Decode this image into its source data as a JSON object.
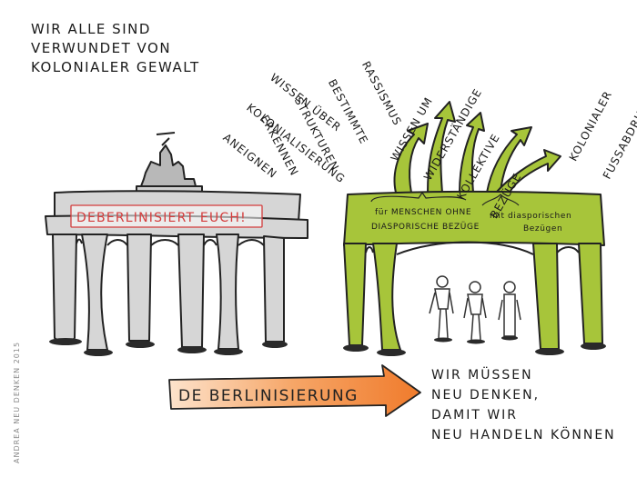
{
  "title_lines": [
    "WIR ALLE SIND",
    "VERWUNDET VON",
    "KOLONIALER GEWALT"
  ],
  "left_gate": {
    "banner": "DEBERLINISIERT EUCH!"
  },
  "right_gate": {
    "note_left_1": "für MENSCHEN OHNE",
    "note_left_2": "DIASPORISCHE BEZÜGE",
    "note_right_1": "mit diasporischen",
    "note_right_2": "Bezügen"
  },
  "arrow_labels": [
    {
      "l1": "WISSEN ÜBER",
      "l2": "KOLONIALISIERUNG",
      "l3": "ANEIGNEN"
    },
    {
      "l1": "RASSISMUS",
      "l2": "BESTIMMTE",
      "l3": "STRUKTUREN",
      "l4": "ERKENNEN"
    },
    {
      "l1": "WISSEN UM",
      "l2": "WIDERSTÄNDIGE",
      "l3": "KOLLEKTIVE",
      "l4": "BEZÜGE"
    },
    {
      "l1": "KOLONIALER",
      "l2": "FUSSABDRUCK"
    }
  ],
  "arrow_banner": "DE BERLINISIERUNG",
  "conclusion_lines": [
    "WIR MÜSSEN",
    "NEU DENKEN,",
    "DAMIT WIR",
    "NEU HANDELN KÖNNEN"
  ],
  "signature": "ANDREA NEU DENKEN 2015",
  "colors": {
    "gray_gate": "#d6d6d6",
    "green_gate": "#a7c53a",
    "banner_red": "#d43c3c",
    "arrow_orange": "#f08a3c"
  }
}
